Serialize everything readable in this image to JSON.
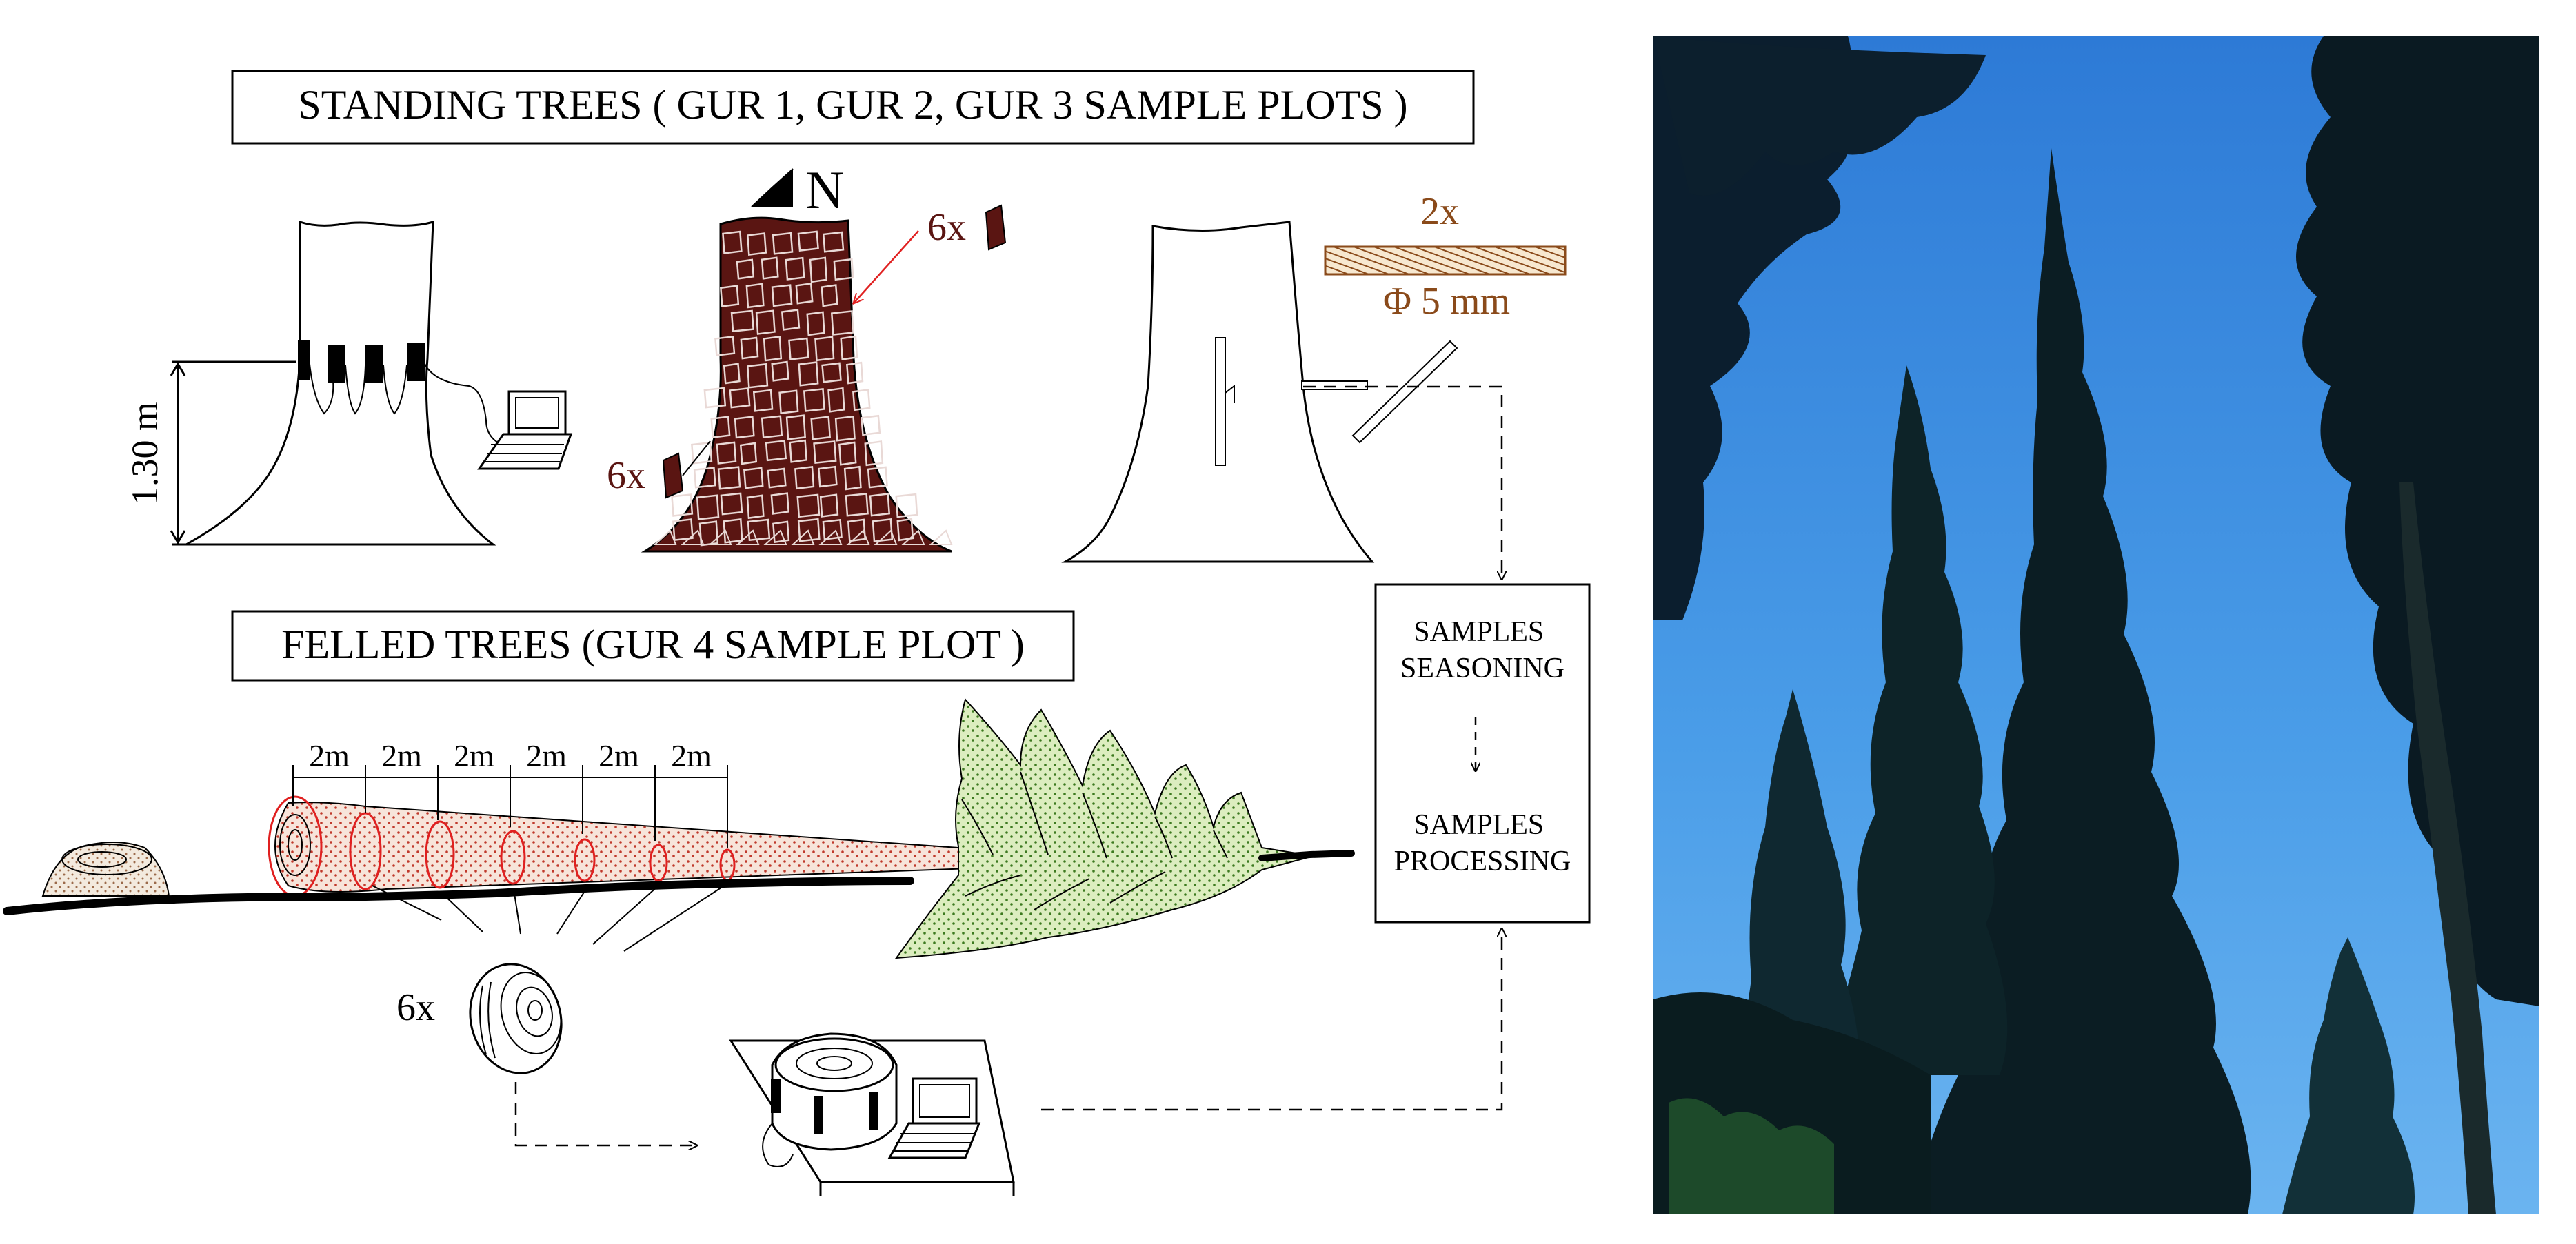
{
  "standing": {
    "title": "STANDING TREES ( GUR 1, GUR 2, GUR 3 SAMPLE PLOTS )",
    "height_label": "1.30 m",
    "north": "N",
    "count_top": "6x",
    "count_bottom": "6x",
    "core_count": "2x",
    "core_diameter": "Φ 5 mm"
  },
  "felled": {
    "title": "FELLED TREES (GUR 4 SAMPLE PLOT )",
    "segments": [
      "2m",
      "2m",
      "2m",
      "2m",
      "2m",
      "2m"
    ],
    "disc_count": "6x"
  },
  "process": {
    "seasoning": "SAMPLES\nSEASONING",
    "processing": "SAMPLES\nPROCESSING"
  },
  "colors": {
    "bark": "#5a1512",
    "core": "#8a4a1a",
    "arrow_red": "#e02020",
    "crown": "#cfe6a8",
    "log_fill": "#f3d2c4",
    "sky": "#3f8fe0"
  }
}
